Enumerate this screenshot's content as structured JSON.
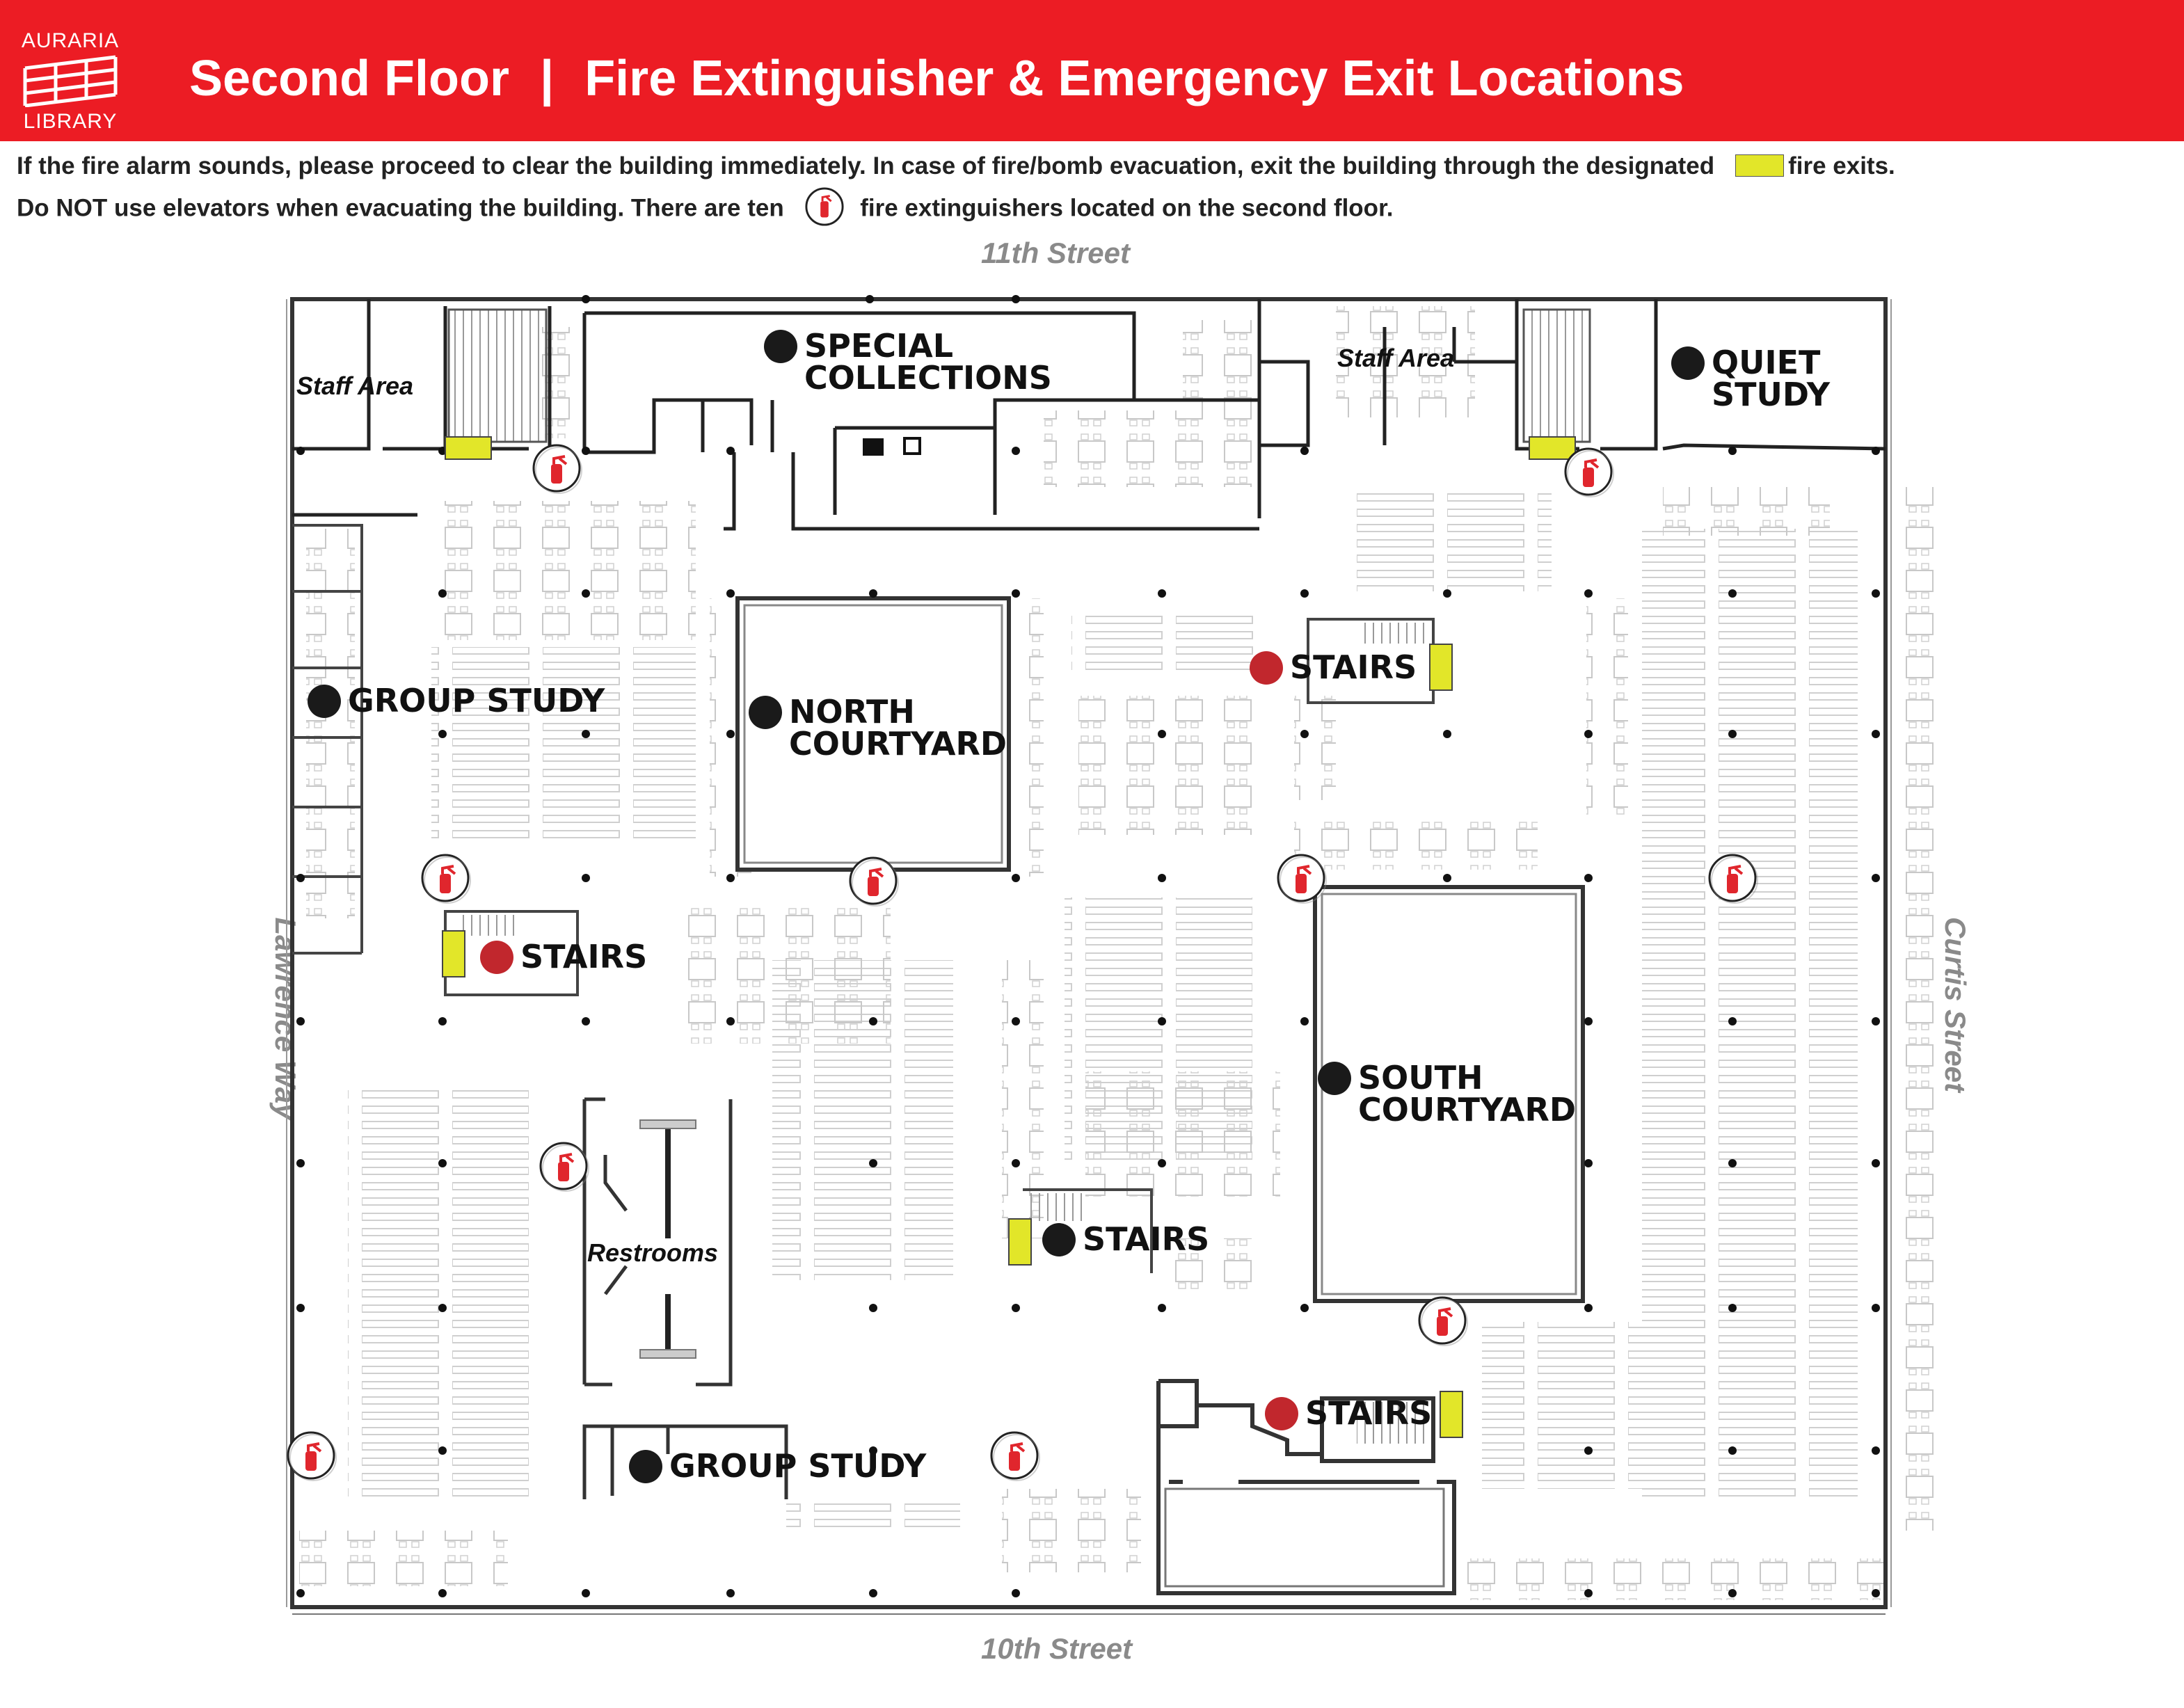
{
  "header": {
    "logo_top": "AURARIA",
    "logo_bottom": "LIBRARY",
    "title_left": "Second Floor",
    "separator": "|",
    "title_right": "Fire Extinguisher & Emergency Exit Locations",
    "background_color": "#ec1c24"
  },
  "notices": {
    "line1_before": "If the fire alarm sounds, please proceed to clear the building immediately. In case of fire/bomb evacuation, exit the building through the designated",
    "line1_after": "fire exits.",
    "line2_before": "Do NOT use elevators when evacuating the building.  There are ten",
    "line2_after": "fire extinguishers located on the second floor."
  },
  "streets": {
    "north": "11th Street",
    "south": "10th Street",
    "west": "Lawrence Way",
    "east": "Curtis Street"
  },
  "areas": {
    "special_collections_1": "SPECIAL",
    "special_collections_2": "COLLECTIONS",
    "quiet_study_1": "QUIET",
    "quiet_study_2": "STUDY",
    "group_study_west": "GROUP STUDY",
    "north_courtyard_1": "NORTH",
    "north_courtyard_2": "COURTYARD",
    "south_courtyard_1": "SOUTH",
    "south_courtyard_2": "COURTYARD",
    "stairs_ne": "STAIRS",
    "stairs_w": "STAIRS",
    "stairs_c": "STAIRS",
    "stairs_s": "STAIRS",
    "group_study_south": "GROUP STUDY",
    "staff_area_west": "Staff Area",
    "staff_area_north": "Staff Area",
    "restrooms": "Restrooms"
  },
  "legend": {
    "exit_color": "#e2e629",
    "extinguisher_color": "#e0262d",
    "extinguisher_icon": "fire-extinguisher-icon",
    "stairs_marker_color": "#c1272d",
    "area_marker_color": "#1a1a1a"
  }
}
